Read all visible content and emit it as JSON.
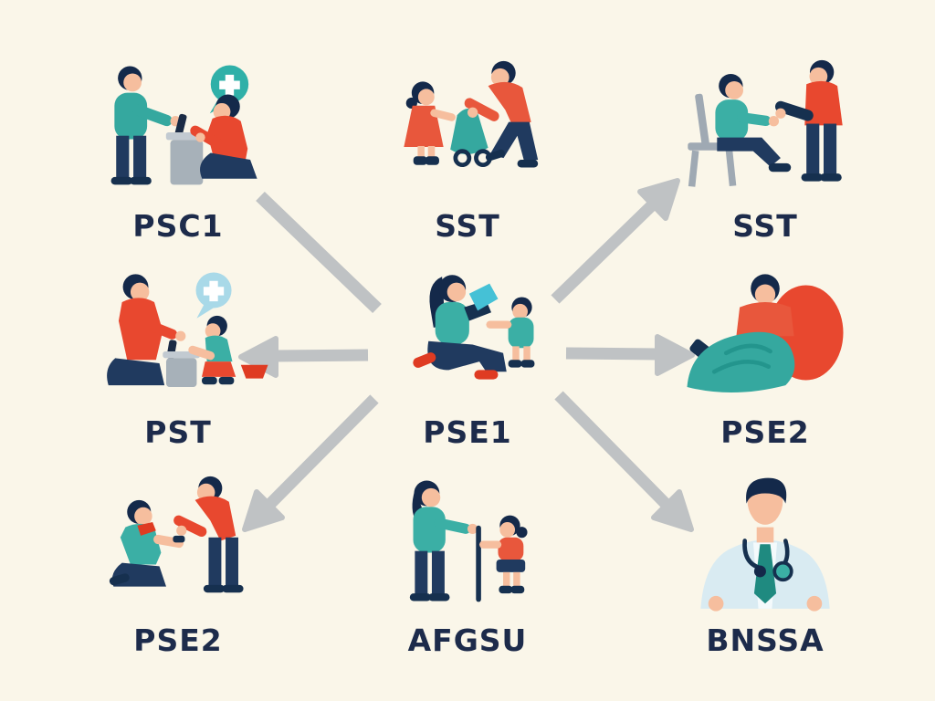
{
  "page": {
    "background_color": "#FAF6E9",
    "label_color": "#1D2B4B"
  },
  "palette": {
    "teal": "#35A89F",
    "teal_bright": "#2FB0A8",
    "teal_light_item": "#45C1D6",
    "red": "#E8482F",
    "red_orange": "#E8573C",
    "navy": "#203A5F",
    "hair_navy": "#14294A",
    "skin": "#F6BE9E",
    "arrow_gray": "#BFC2C4",
    "bin_gray": "#A7B1B9",
    "bubble_light_blue": "#A9D9E8",
    "doctor_coat": "#D9EBF2",
    "tie_teal": "#1F8A80"
  },
  "diagram": {
    "center_node": "PSE1",
    "nodes": [
      {
        "id": "psc1",
        "label": "PSC1",
        "row": 0,
        "col": 0,
        "icon": "helper-and-kneeling-person-with-first-aid-bubble-icon"
      },
      {
        "id": "sst_top",
        "label": "SST",
        "row": 0,
        "col": 1,
        "icon": "adult-helping-child-with-bag-icon"
      },
      {
        "id": "sst_right",
        "label": "SST",
        "row": 0,
        "col": 2,
        "icon": "helper-assisting-seated-person-icon"
      },
      {
        "id": "pst",
        "label": "PST",
        "row": 1,
        "col": 0,
        "icon": "kneeling-adult-helping-child-first-aid-icon"
      },
      {
        "id": "pse1",
        "label": "PSE1",
        "row": 1,
        "col": 1,
        "icon": "kneeling-woman-giving-item-to-child-icon"
      },
      {
        "id": "pse2_right",
        "label": "PSE2",
        "row": 1,
        "col": 2,
        "icon": "person-under-rescue-blanket-icon"
      },
      {
        "id": "pse2_bottom",
        "label": "PSE2",
        "row": 2,
        "col": 0,
        "icon": "helper-raising-kneeling-person-icon"
      },
      {
        "id": "afgsu",
        "label": "AFGSU",
        "row": 2,
        "col": 1,
        "icon": "caregiver-and-child-with-cane-icon"
      },
      {
        "id": "bnssa",
        "label": "BNSSA",
        "row": 2,
        "col": 2,
        "icon": "doctor-with-stethoscope-icon"
      }
    ],
    "connectors": [
      {
        "from": "psc1",
        "to": "pse1",
        "arrowhead": false,
        "direction": "down-right"
      },
      {
        "from": "pse1",
        "to": "sst_right",
        "arrowhead": true,
        "direction": "up-right"
      },
      {
        "from": "pse1",
        "to": "pst",
        "arrowhead": true,
        "direction": "left"
      },
      {
        "from": "pse1",
        "to": "pse2_right",
        "arrowhead": true,
        "direction": "right"
      },
      {
        "from": "pse1",
        "to": "pse2_bottom",
        "arrowhead": true,
        "direction": "down-left"
      },
      {
        "from": "pse1",
        "to": "bnssa",
        "arrowhead": true,
        "direction": "down-right"
      }
    ]
  }
}
